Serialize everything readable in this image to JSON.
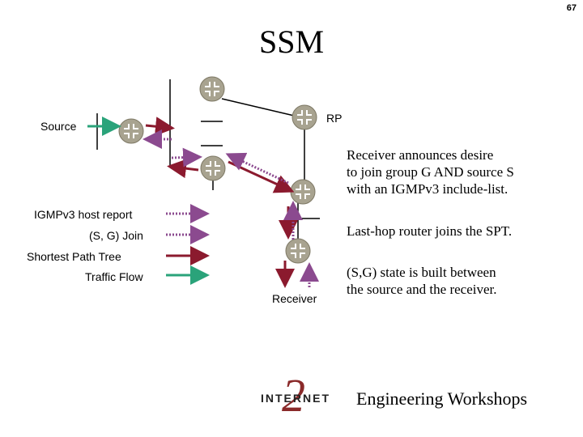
{
  "page_number": "67",
  "title": "SSM",
  "nodes": {
    "source": "Source",
    "rp": "RP",
    "receiver": "Receiver"
  },
  "legend": [
    {
      "label": "IGMPv3 host report",
      "style": "dotted",
      "color": "#8b4a8f"
    },
    {
      "label": "(S, G) Join",
      "style": "dotted",
      "color": "#8b4a8f"
    },
    {
      "label": "Shortest Path Tree",
      "style": "solid",
      "color": "#8b1a2e"
    },
    {
      "label": "Traffic Flow",
      "style": "solid",
      "color": "#2aa37a"
    }
  ],
  "notes": [
    "Receiver announces desire",
    "to join group G AND source S",
    "with an IGMPv3 include-list.",
    "Last-hop router joins the SPT.",
    "(S,G) state is built between",
    "the source and the receiver."
  ],
  "footer": {
    "logo_text": "INTERNET",
    "logo_digit": "2",
    "workshop_text": "Engineering Workshops"
  },
  "colors": {
    "router": "#a8a390",
    "spt": "#8b1a2e",
    "join": "#8b4a8f",
    "traffic": "#2aa37a"
  }
}
